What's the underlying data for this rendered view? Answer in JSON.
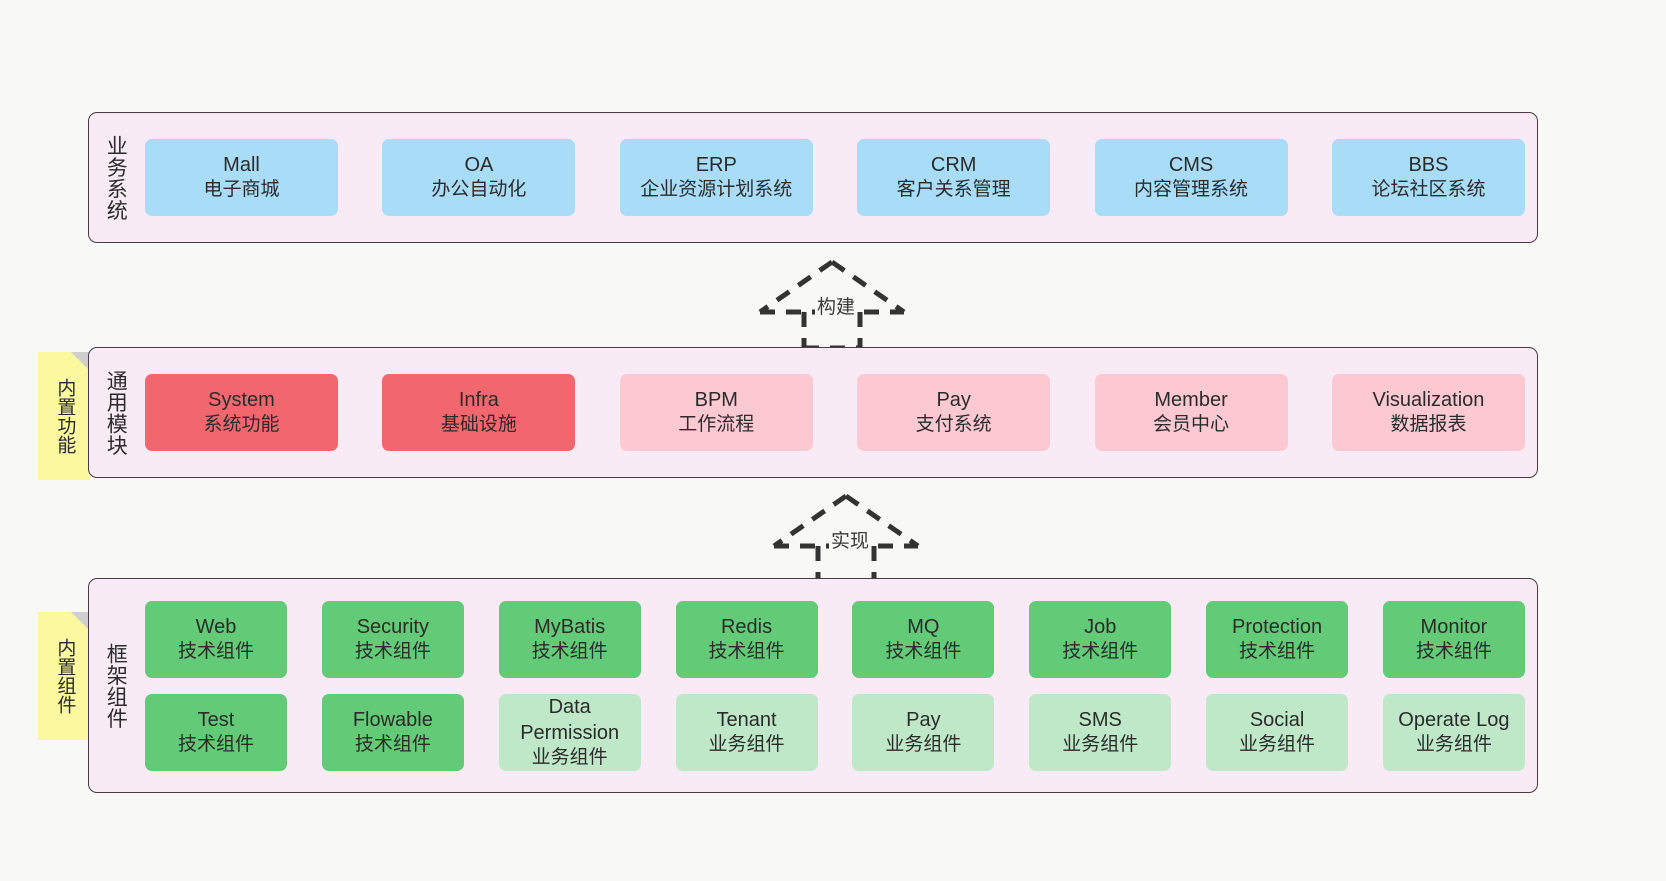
{
  "diagram": {
    "layers": [
      {
        "id": "business",
        "title": "业务系统",
        "rows": [
          {
            "boxes": [
              {
                "en": "Mall",
                "cn": "电子商城",
                "style": "blue"
              },
              {
                "en": "OA",
                "cn": "办公自动化",
                "style": "blue"
              },
              {
                "en": "ERP",
                "cn": "企业资源计划系统",
                "style": "blue"
              },
              {
                "en": "CRM",
                "cn": "客户关系管理",
                "style": "blue"
              },
              {
                "en": "CMS",
                "cn": "内容管理系统",
                "style": "blue"
              },
              {
                "en": "BBS",
                "cn": "论坛社区系统",
                "style": "blue"
              }
            ]
          }
        ]
      },
      {
        "id": "common",
        "title": "通用模块",
        "rows": [
          {
            "boxes": [
              {
                "en": "System",
                "cn": "系统功能",
                "style": "red"
              },
              {
                "en": "Infra",
                "cn": "基础设施",
                "style": "red"
              },
              {
                "en": "BPM",
                "cn": "工作流程",
                "style": "pink"
              },
              {
                "en": "Pay",
                "cn": "支付系统",
                "style": "pink"
              },
              {
                "en": "Member",
                "cn": "会员中心",
                "style": "pink"
              },
              {
                "en": "Visualization",
                "cn": "数据报表",
                "style": "pink"
              }
            ]
          }
        ]
      },
      {
        "id": "framework",
        "title": "框架组件",
        "rows": [
          {
            "boxes": [
              {
                "en": "Web",
                "cn": "技术组件",
                "style": "green"
              },
              {
                "en": "Security",
                "cn": "技术组件",
                "style": "green"
              },
              {
                "en": "MyBatis",
                "cn": "技术组件",
                "style": "green"
              },
              {
                "en": "Redis",
                "cn": "技术组件",
                "style": "green"
              },
              {
                "en": "MQ",
                "cn": "技术组件",
                "style": "green"
              },
              {
                "en": "Job",
                "cn": "技术组件",
                "style": "green"
              },
              {
                "en": "Protection",
                "cn": "技术组件",
                "style": "green"
              },
              {
                "en": "Monitor",
                "cn": "技术组件",
                "style": "green"
              }
            ]
          },
          {
            "boxes": [
              {
                "en": "Test",
                "cn": "技术组件",
                "style": "green"
              },
              {
                "en": "Flowable",
                "cn": "技术组件",
                "style": "green"
              },
              {
                "en": "Data",
                "en2": "Permission",
                "cn": "业务组件",
                "style": "lgreen"
              },
              {
                "en": "Tenant",
                "cn": "业务组件",
                "style": "lgreen"
              },
              {
                "en": "Pay",
                "cn": "业务组件",
                "style": "lgreen"
              },
              {
                "en": "SMS",
                "cn": "业务组件",
                "style": "lgreen"
              },
              {
                "en": "Social",
                "cn": "业务组件",
                "style": "lgreen"
              },
              {
                "en": "Operate Log",
                "cn": "业务组件",
                "style": "lgreen"
              }
            ]
          }
        ]
      }
    ],
    "notes": [
      {
        "id": "builtin-func",
        "label": "内置功能"
      },
      {
        "id": "builtin-comp",
        "label": "内置组件"
      }
    ],
    "arrows": [
      {
        "id": "build",
        "label": "构建"
      },
      {
        "id": "impl",
        "label": "实现"
      }
    ],
    "colors": {
      "canvas_background": "#f8f8f6",
      "layer_background": "#f8ebf5",
      "layer_border": "#4a3a44",
      "blue": "#a8dcf7",
      "red": "#f2676e",
      "pink": "#fcc9d3",
      "green": "#63ca77",
      "light_green": "#bfe8c8",
      "note_yellow": "#fbf8a0",
      "note_fold": "#cfcfcf",
      "text": "#2b2b2b",
      "arrow_stroke": "#333333"
    }
  }
}
